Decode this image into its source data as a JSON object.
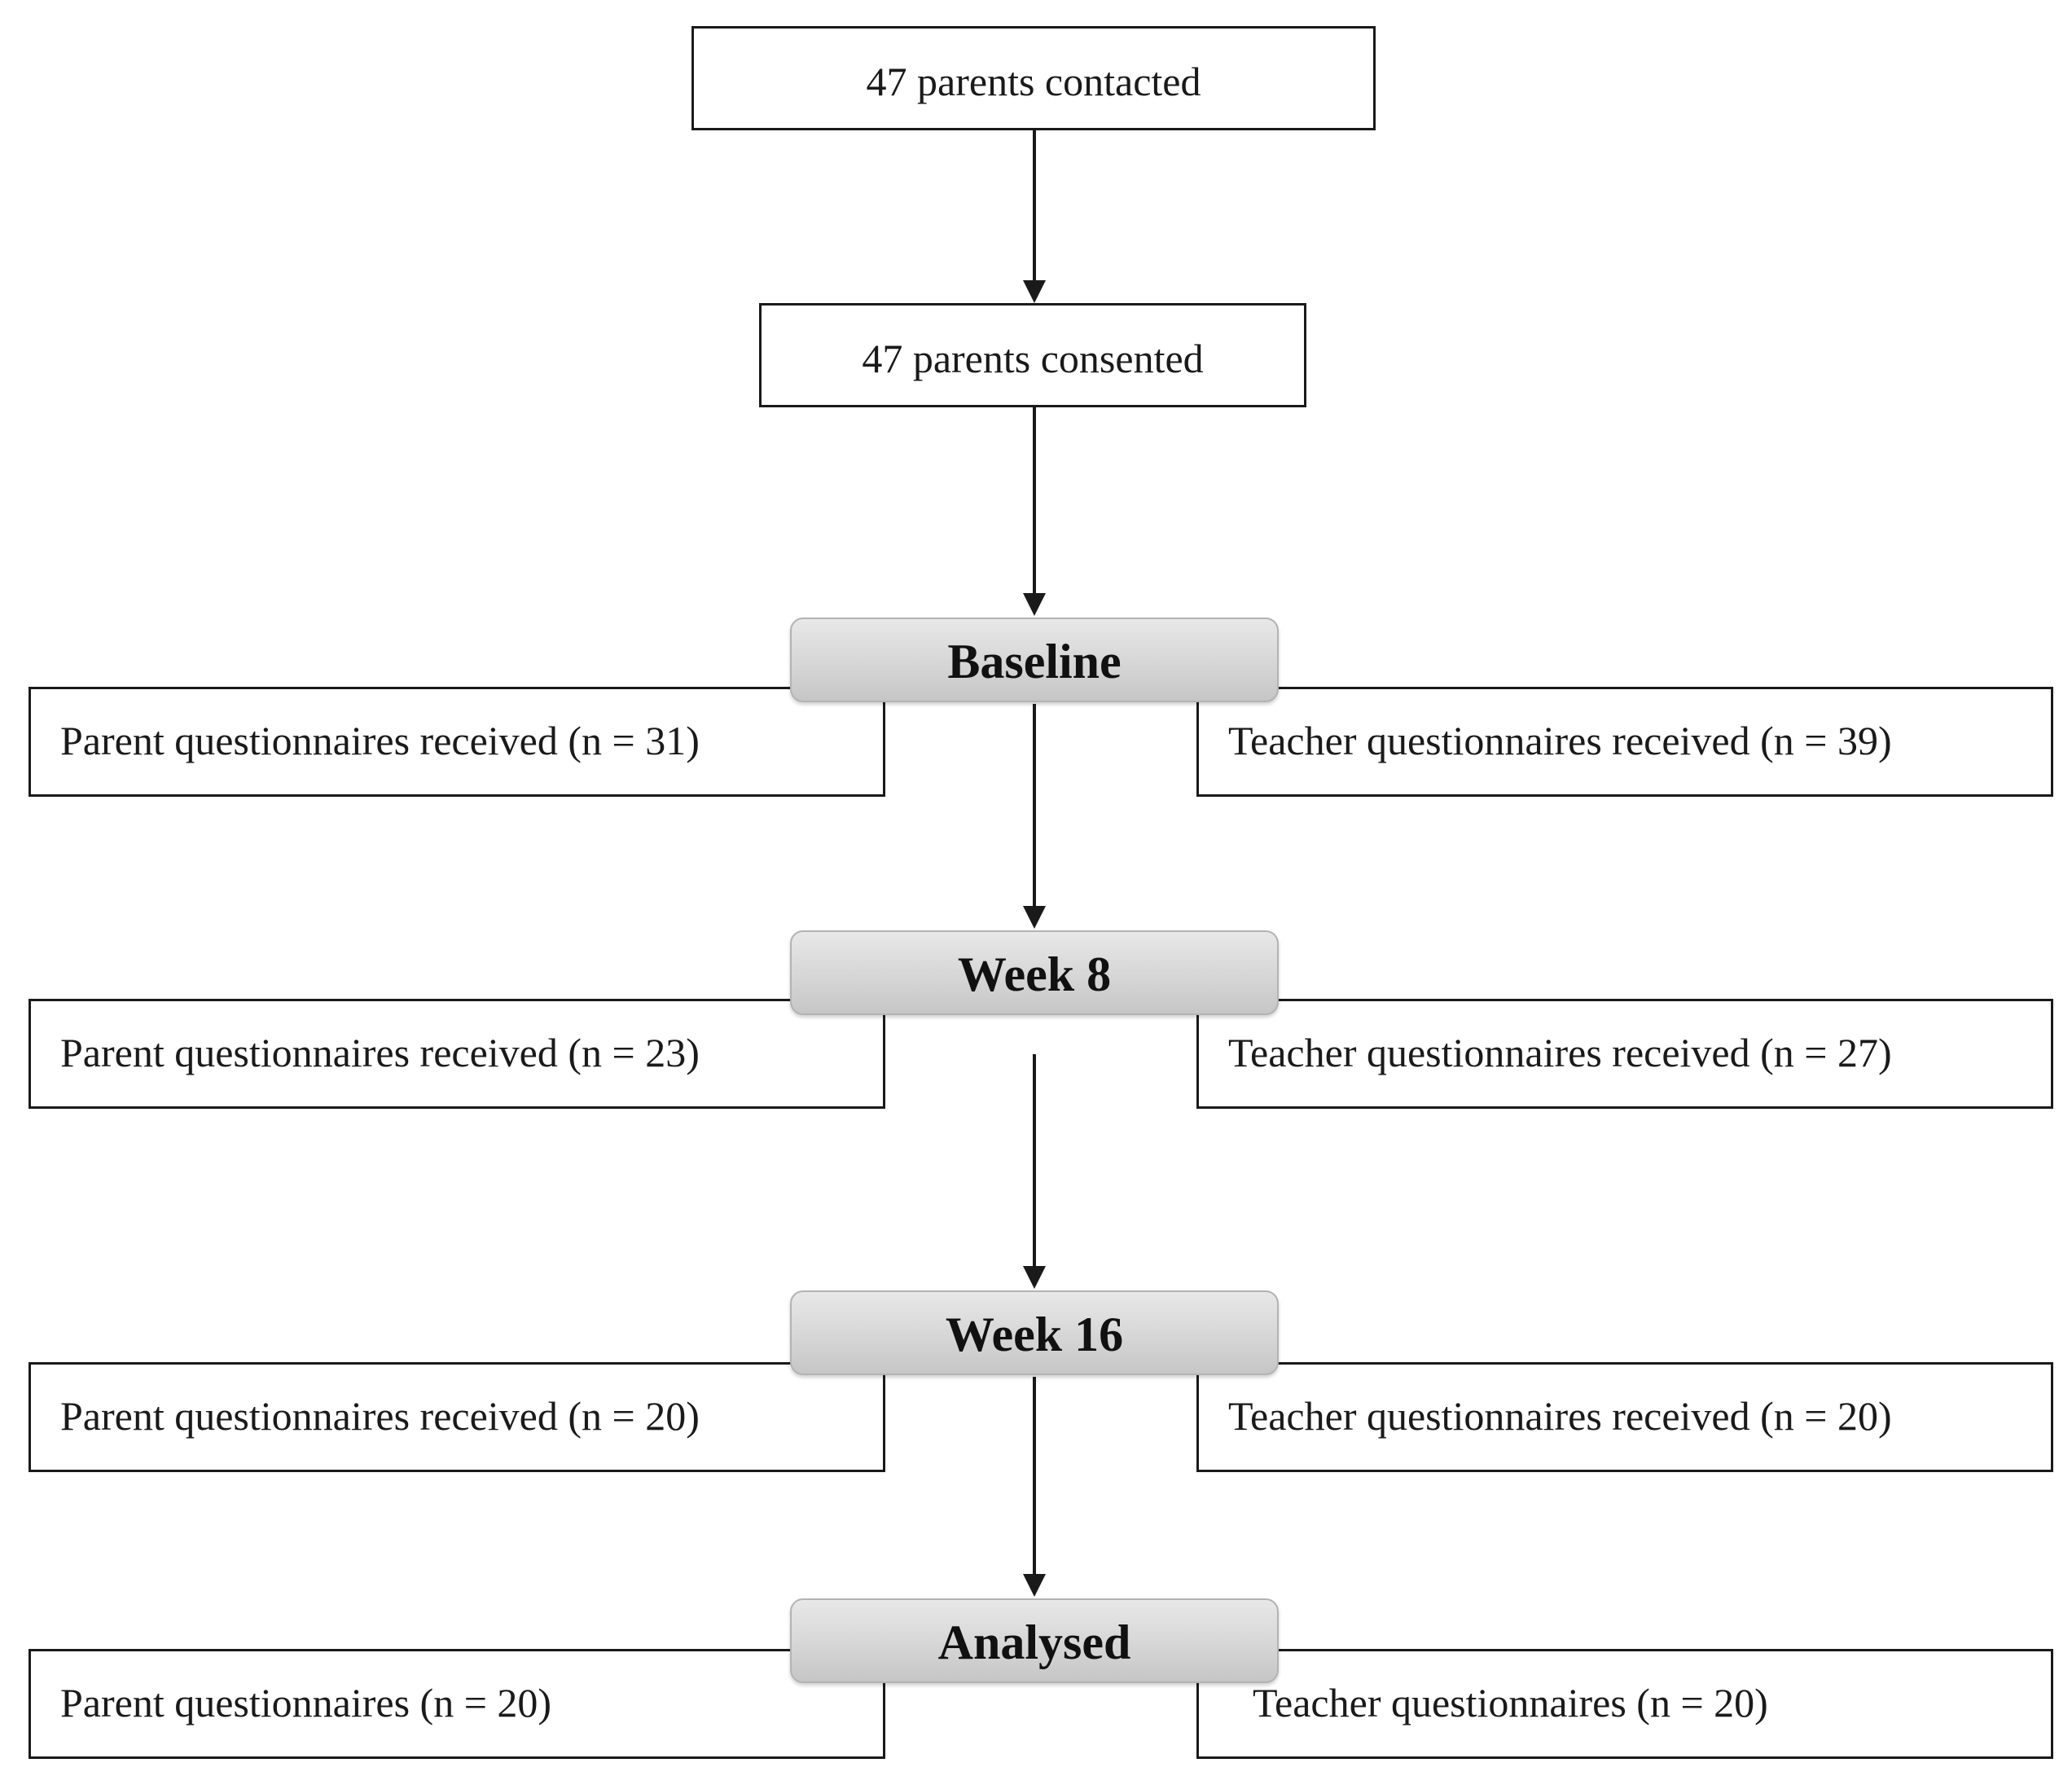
{
  "top": {
    "contacted": "47 parents contacted",
    "consented": "47 parents consented"
  },
  "stages": [
    {
      "label": "Baseline",
      "parent": "Parent questionnaires received (n = 31)",
      "teacher": "Teacher questionnaires received (n = 39)"
    },
    {
      "label": "Week 8",
      "parent": "Parent questionnaires received (n = 23)",
      "teacher": "Teacher questionnaires received (n = 27)"
    },
    {
      "label": "Week 16",
      "parent": "Parent questionnaires received (n = 20)",
      "teacher": "Teacher questionnaires received (n = 20)"
    },
    {
      "label": "Analysed",
      "parent": "Parent questionnaires (n = 20)",
      "teacher": "Teacher questionnaires (n = 20)"
    }
  ]
}
